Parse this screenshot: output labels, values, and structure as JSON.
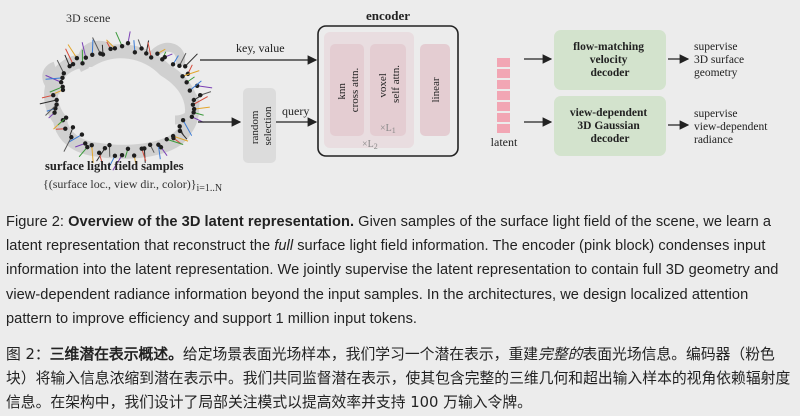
{
  "figure": {
    "scene_label": "3D scene",
    "samples_label": "surface light field samples",
    "samples_formula": "{(surface loc., view dir., color)}",
    "samples_subscript": "i=1..N",
    "key_value_label": "key, value",
    "query_label": "query",
    "random_selection_label": [
      "random",
      "selection"
    ],
    "encoder_title": "encoder",
    "knn_label": [
      "knn",
      "cross attn."
    ],
    "voxel_label": [
      "voxel",
      "self attn."
    ],
    "inner_repeat": "×L",
    "inner_repeat_sub": "1",
    "outer_repeat": "×L",
    "outer_repeat_sub": "2",
    "linear_label": "linear",
    "latent_label": "latent",
    "decoders": [
      {
        "lines": [
          "flow-matching",
          "velocity",
          "decoder"
        ],
        "outputs": [
          "supervise",
          "3D surface",
          "geometry"
        ]
      },
      {
        "lines": [
          "view-dependent",
          "3D Gaussian",
          "decoder"
        ],
        "outputs": [
          "supervise",
          "view-dependent",
          "radiance"
        ]
      }
    ],
    "colors": {
      "encoder_block": "#e4cdd2",
      "latent_cell": "#f2a6b4",
      "decoder_block": "#d3e3cd",
      "selection_block": "#dcdcdc"
    }
  },
  "caption_en": {
    "prefix": "Figure 2: ",
    "bold": "Overview of the 3D latent representation.",
    "text1": " Given samples of the surface light field of the scene, we learn a latent representation that reconstruct the ",
    "italic": "full",
    "text2": " surface light field information. The encoder (pink block) condenses input information into the latent representation. We jointly supervise the latent representation to contain full 3D geometry and view-dependent radiance information beyond the input samples. In the architectures, we design localized attention pattern to improve efficiency and support 1 million input tokens."
  },
  "caption_zh": {
    "prefix": "图 2：",
    "bold": "三维潜在表示概述。",
    "text1": "给定场景表面光场样本，我们学习一个潜在表示，重建",
    "italic": "完整的",
    "text2": "表面光场信息。编码器（粉色块）将输入信息浓缩到潜在表示中。我们共同监督潜在表示，使其包含完整的三维几何和超出输入样本的视角依赖辐射度信息。在架构中，我们设计了局部关注模式以提高效率并支持 100 万输入令牌。"
  }
}
